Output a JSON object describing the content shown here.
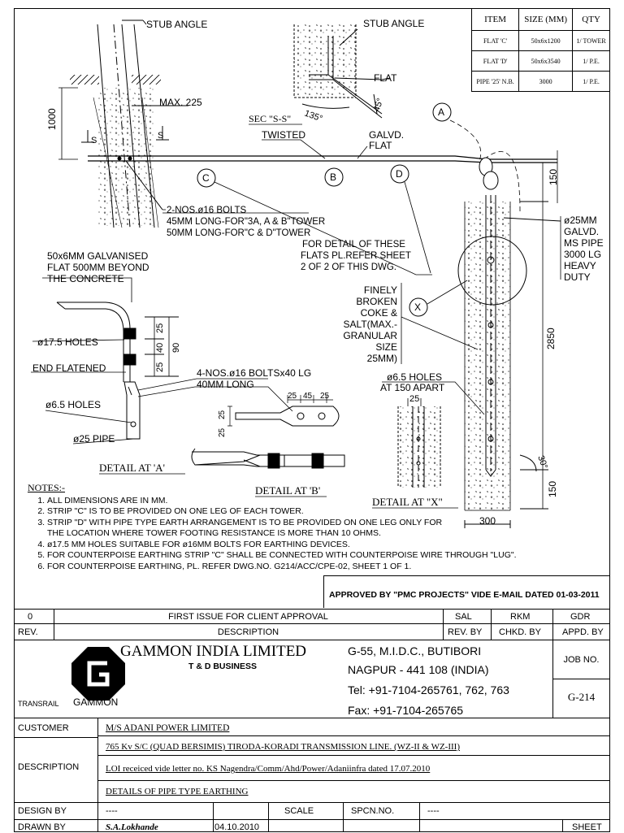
{
  "items_table": {
    "headers": [
      "ITEM",
      "SIZE (MM)",
      "QTY"
    ],
    "rows": [
      [
        "FLAT 'C'",
        "50x6x1200",
        "1/ TOWER"
      ],
      [
        "FLAT 'D'",
        "50x6x3540",
        "1/ P.E."
      ],
      [
        "PIPE '25' N.B.",
        "3000",
        "1/ P.E."
      ]
    ]
  },
  "drawing_labels": {
    "stub_angle_left": "STUB ANGLE",
    "stub_angle_right": "STUB ANGLE",
    "max_225": "MAX. 225",
    "dim_1000": "1000",
    "section_s1": "S",
    "section_s2": "S",
    "sec_ss": "SEC \"S-S\"",
    "flat": "FLAT",
    "angle_135": "135°",
    "angle_45": "45°",
    "twisted": "TWISTED",
    "galvd_flat_1": "GALVD.",
    "galvd_flat_2": "FLAT",
    "callout_a": "A",
    "callout_b": "B",
    "callout_c": "C",
    "callout_d": "D",
    "callout_x": "X",
    "dim_150_top": "150",
    "dim_2850": "2850",
    "dim_150_bottom": "150",
    "dim_300": "300",
    "angle_30": "30°",
    "bolts_1": "2-NOS.ø16 BOLTS",
    "bolts_2": "45MM LONG-FOR\"3A, A & B\"TOWER",
    "bolts_3": "50MM LONG-FOR\"C & D\"TOWER",
    "detail_note_1": "FOR DETAIL OF THESE",
    "detail_note_2": "FLATS PL.REFER SHEET",
    "detail_note_3": "2 OF 2 OF THIS DWG.",
    "pipe_note_1": "ø25MM",
    "pipe_note_2": "GALVD.",
    "pipe_note_3": "MS PIPE",
    "pipe_note_4": "3000 LG",
    "pipe_note_5": "HEAVY",
    "pipe_note_6": "DUTY",
    "coke_1": "FINELY",
    "coke_2": "BROKEN",
    "coke_3": "COKE &",
    "coke_4": "SALT(MAX.-",
    "coke_5": "GRANULAR",
    "coke_6": "SIZE",
    "coke_7": "25MM)",
    "galv_flat_1": "50x6MM GALVANISED",
    "galv_flat_2": "FLAT 500MM BEYOND",
    "galv_flat_3": "THE CONCRETE",
    "holes_175": "ø17.5 HOLES",
    "end_flatened": "END FLATENED",
    "holes_65": "ø6.5 HOLES",
    "pipe_25": "ø25 PIPE",
    "dim_25a": "25",
    "dim_40": "40",
    "dim_25b": "25",
    "dim_90": "90",
    "bolts_b_1": "4-NOS.ø16 BOLTSx40 LG",
    "bolts_b_2": "40MM LONG",
    "dim_b_25": "25",
    "dim_b_45": "45",
    "dim_b_25r": "25",
    "dim_b_25v1": "25",
    "dim_b_25v2": "25",
    "holes_x_1": "ø6.5 HOLES",
    "holes_x_2": "AT 150 APART",
    "dim_x_25": "25",
    "detail_a": "DETAIL AT 'A'",
    "detail_b": "DETAIL AT 'B'",
    "detail_x": "DETAIL AT \"X\""
  },
  "notes": {
    "title": "NOTES:-",
    "items": [
      "ALL DIMENSIONS ARE IN MM.",
      "STRIP \"C\" IS TO BE PROVIDED ON ONE LEG OF EACH TOWER.",
      "STRIP \"D\" WITH PIPE TYPE EARTH ARRANGEMENT IS TO BE PROVIDED ON ONE LEG ONLY FOR THE LOCATION WHERE TOWER FOOTING RESISTANCE IS MORE THAN 10 OHMS.",
      "ø17.5 MM HOLES SUITABLE FOR ø16MM BOLTS FOR EARTHING DEVICES.",
      "FOR COUNTERPOISE EARTHING STRIP \"C\" SHALL BE CONNECTED WITH COUNTERPOISE WIRE THROUGH \"LUG\".",
      "FOR COUNTERPOISE EARTHING, PL. REFER DWG.NO. G214/ACC/CPE-02, SHEET 1 OF 1."
    ]
  },
  "approval": "APPROVED BY \"PMC PROJECTS\" VIDE E-MAIL DATED 01-03-2011",
  "revision": {
    "rev": "0",
    "description": "FIRST ISSUE FOR CLIENT APPROVAL",
    "rev_by": "SAL",
    "chkd_by": "RKM",
    "appd_by": "GDR",
    "headers": [
      "REV.",
      "DESCRIPTION",
      "REV. BY",
      "CHKD. BY",
      "APPD. BY"
    ]
  },
  "company": {
    "name": "GAMMON INDIA LIMITED",
    "division": "T & D BUSINESS",
    "logo_left": "TRANSRAIL",
    "logo_right": "GAMMON",
    "address_1": "G-55, M.I.D.C., BUTIBORI",
    "address_2": "NAGPUR - 441 108 (INDIA)",
    "tel": "Tel: +91-7104-265761, 762, 763",
    "fax": "Fax: +91-7104-265765",
    "job_no_label": "JOB NO.",
    "job_no": "G-214"
  },
  "title_block": {
    "customer_label": "CUSTOMER",
    "customer": "M/S ADANI POWER LIMITED",
    "description_label": "DESCRIPTION",
    "desc_1": "765 Kv S/C (QUAD BERSIMIS) TIRODA-KORADI TRANSMISSION LINE. (WZ-II & WZ-III)",
    "desc_2": "LOI receiced vide letter no. KS Nagendra/Comm/Ahd/Power/Adaniinfra  dated 17.07.2010",
    "desc_3": "DETAILS OF PIPE TYPE EARTHING",
    "design_by_label": "DESIGN BY",
    "design_by": "----",
    "scale_label": "SCALE",
    "spcn_label": "SPCN.NO.",
    "spcn": "----",
    "drawn_by_label": "DRAWN BY",
    "drawn_by": "S.A.Lokhande",
    "drawn_date": "04.10.2010",
    "sheet_label": "SHEET"
  }
}
